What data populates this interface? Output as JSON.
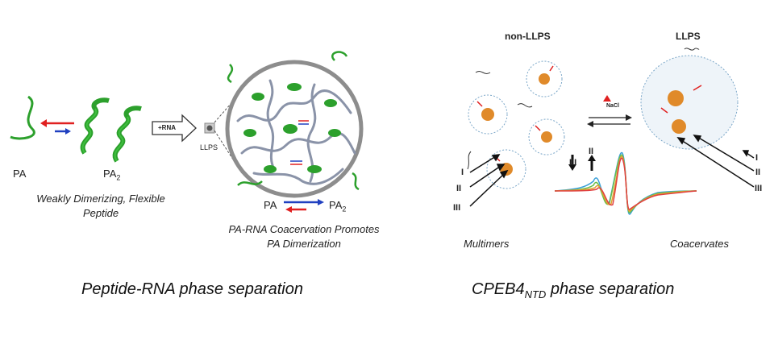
{
  "left": {
    "pa_label": "PA",
    "pa2_label": "PA",
    "pa2_sub": "2",
    "desc_line1": "Weakly Dimerizing, Flexible",
    "desc_line2": "Peptide",
    "arrow_label": "+RNA",
    "llps_label": "LLPS",
    "eq_pa": "PA",
    "eq_pa2": "PA",
    "eq_pa2_sub": "2",
    "promo_line1": "PA-RNA Coacervation Promotes",
    "promo_line2": "PA Dimerization",
    "caption": "Peptide-RNA phase separation"
  },
  "right": {
    "non_llps_label": "non-LLPS",
    "llps_label": "LLPS",
    "nacl_label": "NaCl",
    "multimers_label": "Multimers",
    "coacervates_label": "Coacervates",
    "roman_I": "I",
    "roman_II": "II",
    "roman_III": "III",
    "caption_main": "CPEB4",
    "caption_sub": "NTD",
    "caption_rest": " phase separation"
  },
  "colors": {
    "helix_green": "#2ca02c",
    "red_arrow": "#e02020",
    "blue_arrow": "#2040c0",
    "grey_strand": "#8a93a8",
    "blue_strand": "#7aa6c8",
    "orange_core": "#e08a2a"
  }
}
